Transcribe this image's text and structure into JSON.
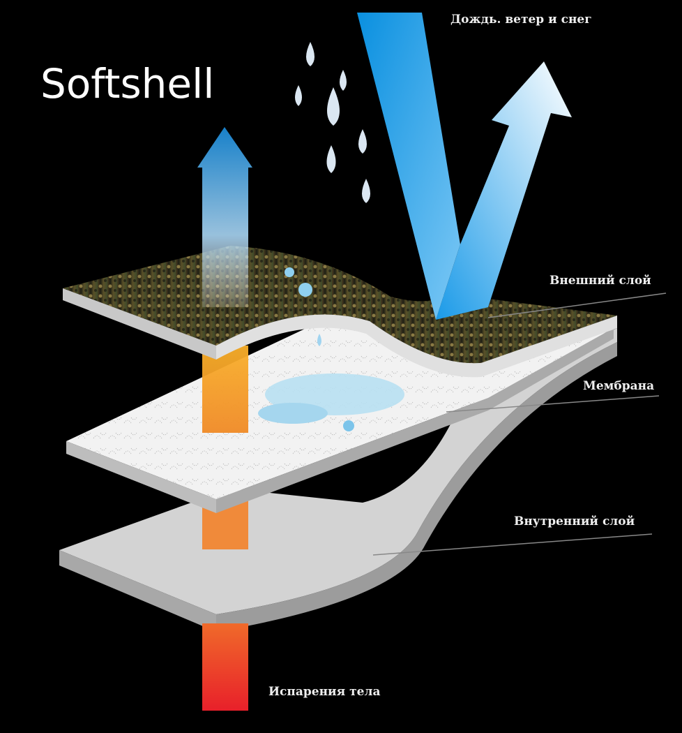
{
  "title": "Softshell",
  "labels": {
    "weather": "Дождь. ветер и снег",
    "outer": "Внешний слой",
    "membrane": "Мембрана",
    "inner": "Внутренний слой",
    "vapor": "Испарения тела"
  },
  "colors": {
    "background": "#000000",
    "rain_arrow": "#1ea0e8",
    "vapor_top": "#f7a21b",
    "vapor_bottom": "#e8302a",
    "membrane": "#eeeeee",
    "inner": "#d5d5d5"
  }
}
